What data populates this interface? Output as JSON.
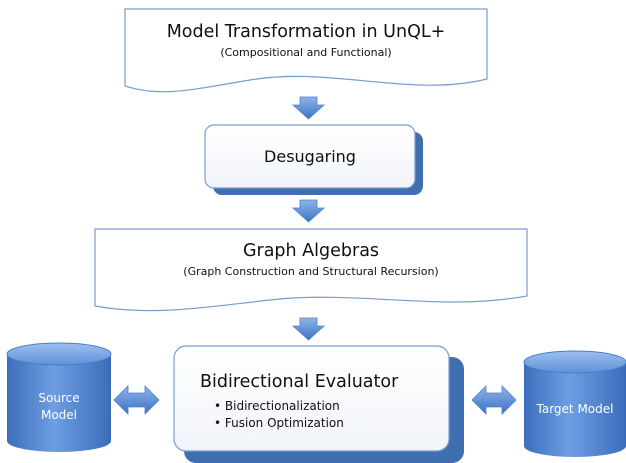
{
  "transformation_box": {
    "title": "Model Transformation in UnQL+",
    "subtitle": "(Compositional and Functional)"
  },
  "desugaring_box": {
    "title": "Desugaring"
  },
  "graph_algebras_box": {
    "title": "Graph Algebras",
    "subtitle": "(Graph Construction and Structural Recursion)"
  },
  "evaluator_box": {
    "title": "Bidirectional Evaluator",
    "bullets": [
      "Bidirectionalization",
      "Fusion Optimization"
    ]
  },
  "source_model": {
    "label": "Source Model"
  },
  "target_model": {
    "label": "Target Model"
  },
  "colors": {
    "arrow_blue": "#5a8fd8",
    "cylinder_blue": "#4a7fc8",
    "box_border": "#7a9ccc",
    "box_shadow": "#3f6fae"
  }
}
